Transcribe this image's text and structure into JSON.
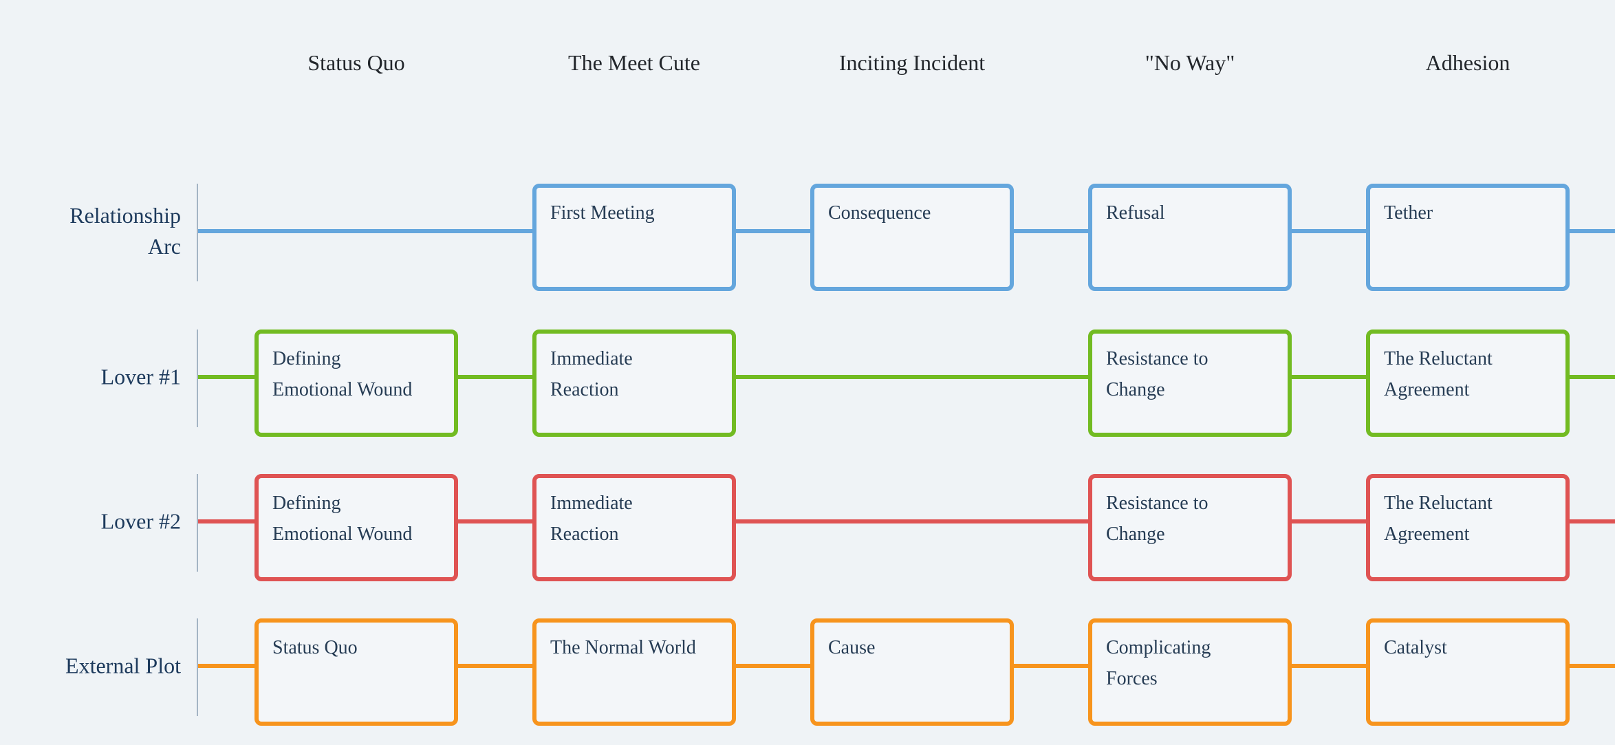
{
  "colors": {
    "background": "#eff3f6",
    "card_fill": "#f3f6f9",
    "divider": "#a4b4c4",
    "header_text": "#22262b",
    "label_text": "#1d3a5c",
    "card_text": "#263c54",
    "blue": "#64a6dd",
    "green": "#72bb22",
    "red": "#df5353",
    "orange": "#f7941d"
  },
  "columns": [
    "Status Quo",
    "The Meet Cute",
    "Inciting Incident",
    "\"No Way\"",
    "Adhesion"
  ],
  "lanes": [
    {
      "label": "Relationship\nArc",
      "accent": "blue",
      "cards": [
        {
          "column": "The Meet Cute",
          "text": "First Meeting"
        },
        {
          "column": "Inciting Incident",
          "text": "Consequence"
        },
        {
          "column": "\"No Way\"",
          "text": "Refusal"
        },
        {
          "column": "Adhesion",
          "text": "Tether"
        }
      ]
    },
    {
      "label": "Lover #1",
      "accent": "green",
      "cards": [
        {
          "column": "Status Quo",
          "text": "Defining\nEmotional Wound"
        },
        {
          "column": "The Meet Cute",
          "text": "Immediate\nReaction"
        },
        {
          "column": "\"No Way\"",
          "text": "Resistance to\nChange"
        },
        {
          "column": "Adhesion",
          "text": "The Reluctant\nAgreement"
        }
      ]
    },
    {
      "label": "Lover #2",
      "accent": "red",
      "cards": [
        {
          "column": "Status Quo",
          "text": "Defining\nEmotional Wound"
        },
        {
          "column": "The Meet Cute",
          "text": "Immediate\nReaction"
        },
        {
          "column": "\"No Way\"",
          "text": "Resistance to\nChange"
        },
        {
          "column": "Adhesion",
          "text": "The Reluctant\nAgreement"
        }
      ]
    },
    {
      "label": "External Plot",
      "accent": "orange",
      "cards": [
        {
          "column": "Status Quo",
          "text": "Status Quo"
        },
        {
          "column": "The Meet Cute",
          "text": "The Normal World"
        },
        {
          "column": "Inciting Incident",
          "text": "Cause"
        },
        {
          "column": "\"No Way\"",
          "text": "Complicating\nForces"
        },
        {
          "column": "Adhesion",
          "text": "Catalyst"
        }
      ]
    }
  ]
}
